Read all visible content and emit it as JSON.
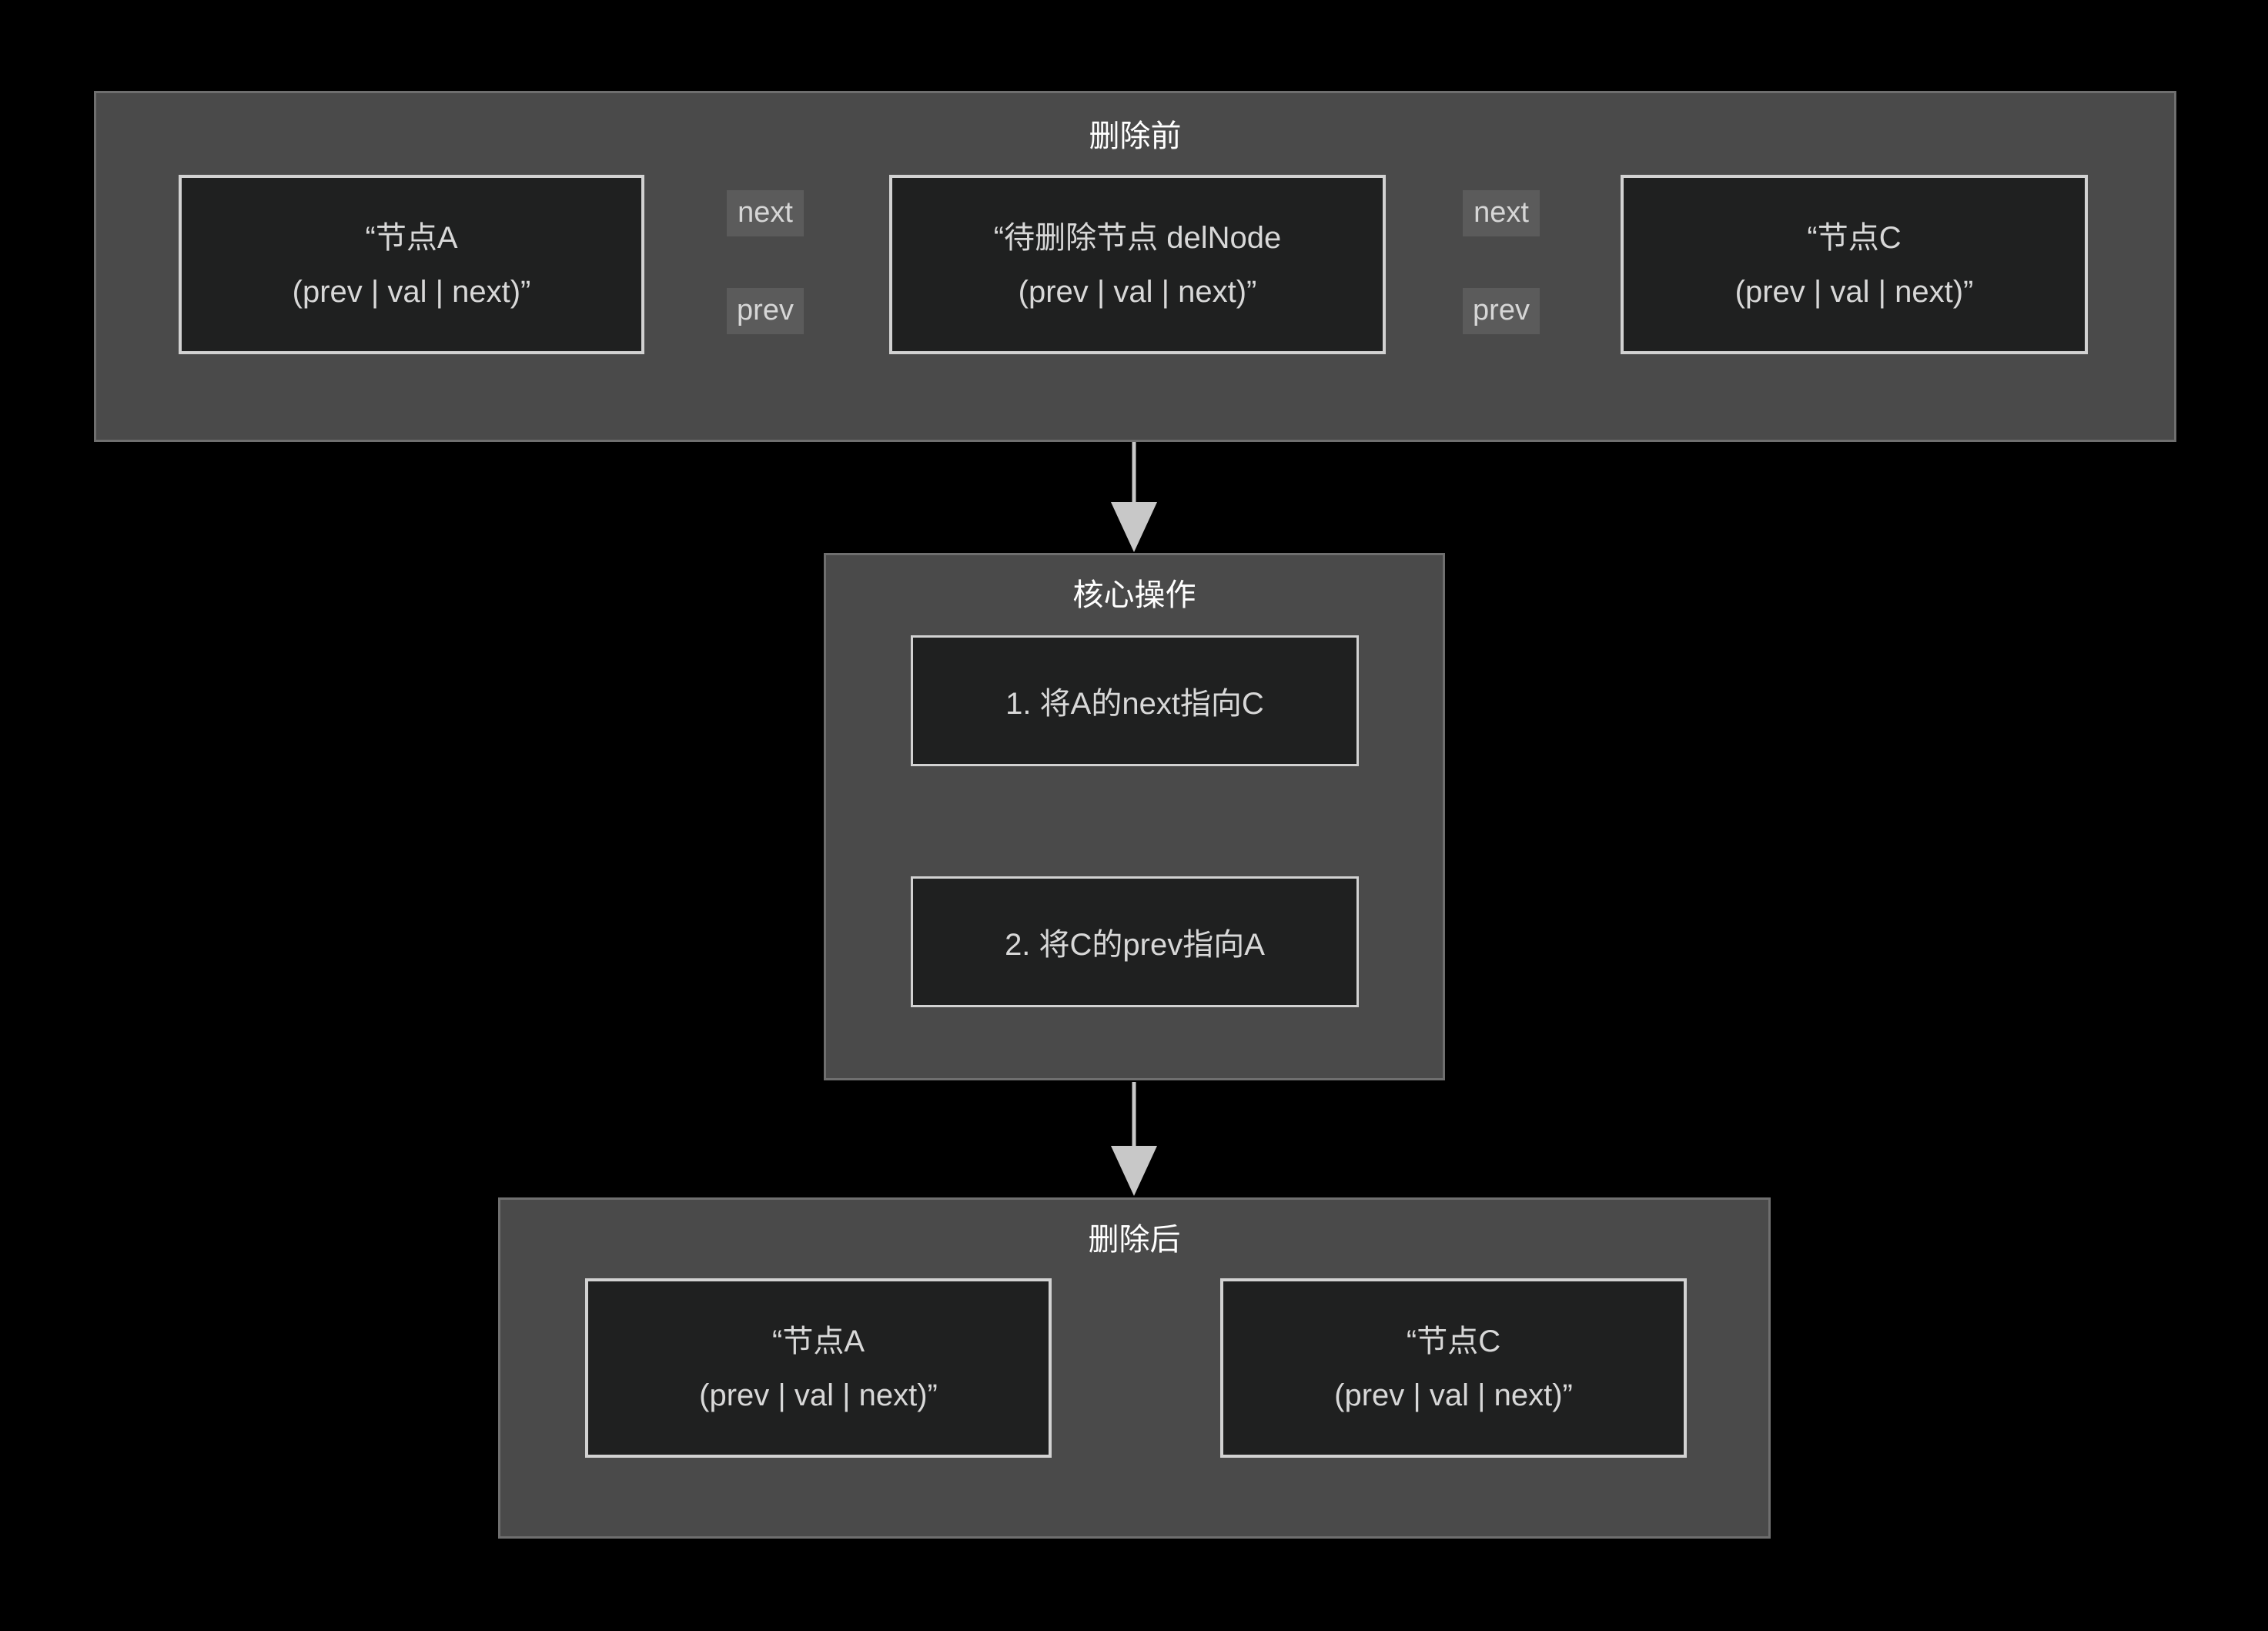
{
  "canvas": {
    "background": "#000000",
    "panel_fill": "#4a4a4a",
    "panel_border": "#6f6f6f",
    "node_fill": "#1f2020",
    "node_border": "#d2d2d2",
    "text_color": "#d8d8d8",
    "title_color": "#ffffff",
    "edge_color": "#c8c8c8",
    "edge_label_fill": "#5b5b5b"
  },
  "before": {
    "title": "删除前",
    "nodes": [
      {
        "line1": "“节点A",
        "line2": "(prev | val | next)”"
      },
      {
        "line1": "“待删除节点 delNode",
        "line2": "(prev | val | next)”"
      },
      {
        "line1": "“节点C",
        "line2": "(prev | val | next)”"
      }
    ],
    "edges": [
      {
        "label": "next"
      },
      {
        "label": "prev"
      },
      {
        "label": "next"
      },
      {
        "label": "prev"
      }
    ]
  },
  "core": {
    "title": "核心操作",
    "steps": [
      {
        "label": "1. 将A的next指向C"
      },
      {
        "label": "2. 将C的prev指向A"
      }
    ]
  },
  "after": {
    "title": "删除后",
    "nodes": [
      {
        "line1": "“节点A",
        "line2": "(prev | val | next)”"
      },
      {
        "line1": "“节点C",
        "line2": "(prev | val | next)”"
      }
    ]
  }
}
